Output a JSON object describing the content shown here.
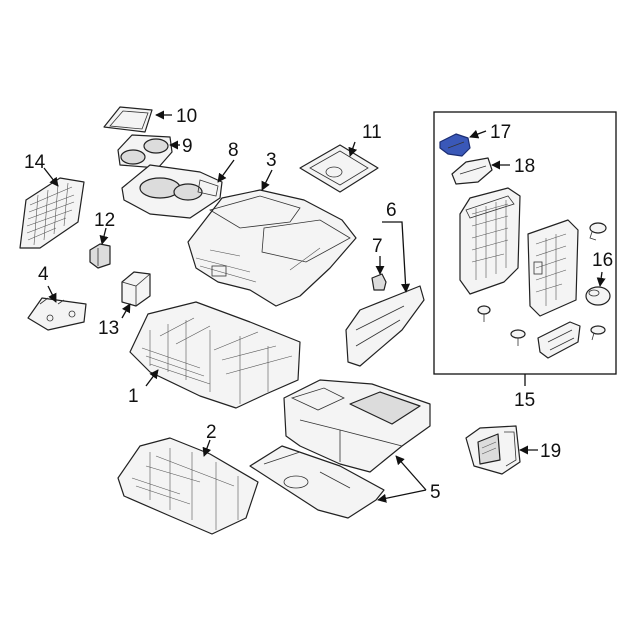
{
  "diagram": {
    "callouts": {
      "p1": "1",
      "p2": "2",
      "p3": "3",
      "p4": "4",
      "p5": "5",
      "p6": "6",
      "p7": "7",
      "p8": "8",
      "p9": "9",
      "p10": "10",
      "p11": "11",
      "p12": "12",
      "p13": "13",
      "p14": "14",
      "p15": "15",
      "p16": "16",
      "p17": "17",
      "p18": "18",
      "p19": "19"
    },
    "colors": {
      "highlight": "#3a58b8",
      "line": "#222222",
      "part_fill": "#f4f4f4"
    }
  }
}
